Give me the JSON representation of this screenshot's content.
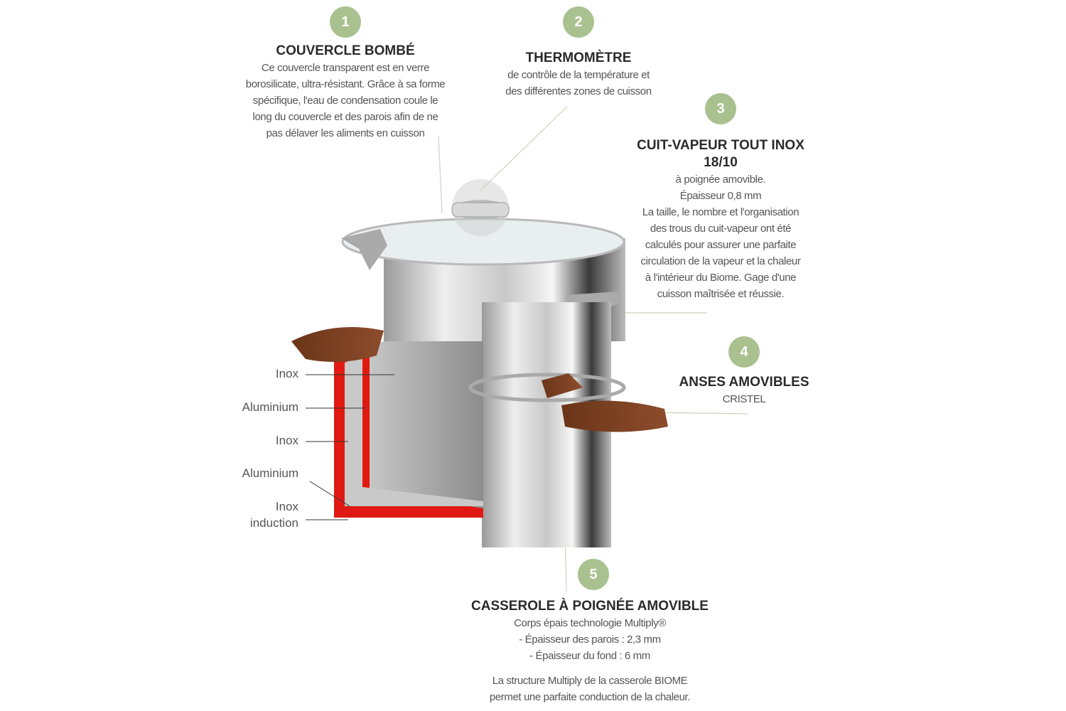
{
  "callouts": [
    {
      "number": "1",
      "title": "COUVERCLE BOMBÉ",
      "lines": [
        "Ce couvercle transparent est en verre",
        "borosilicate, ultra-résistant. Grâce à sa forme",
        "spécifique, l'eau de condensation coule le",
        "long du couvercle et des parois afin de ne",
        "pas délaver les aliments en cuisson"
      ]
    },
    {
      "number": "2",
      "title": "THERMOMÈTRE",
      "lines": [
        "de contrôle de la température et",
        "des différentes  zones de cuisson"
      ]
    },
    {
      "number": "3",
      "title": "CUIT-VAPEUR TOUT INOX",
      "title2": "18/10",
      "lines": [
        "à poignée amovible.",
        "Épaisseur 0,8 mm",
        "La taille, le nombre et l'organisation",
        "des trous du cuit-vapeur ont été",
        "calculés pour assurer une parfaite",
        "circulation de la vapeur et la chaleur",
        "à l'intérieur du Biome. Gage d'une",
        "cuisson maîtrisée et réussie."
      ]
    },
    {
      "number": "4",
      "title": "ANSES AMOVIBLES",
      "lines": [
        "CRISTEL"
      ]
    },
    {
      "number": "5",
      "title": "CASSEROLE À POIGNÉE AMOVIBLE",
      "lines": [
        "Corps épais technologie Multiply®",
        "- Épaisseur des parois : 2,3 mm",
        "- Épaisseur du fond : 6 mm",
        "La structure Multiply de la casserole BIOME",
        "permet une parfaite conduction de la chaleur."
      ]
    }
  ],
  "layers": [
    "Inox",
    "Aluminium",
    "Inox",
    "Aluminium",
    "Inox",
    "induction"
  ],
  "colors": {
    "badge": "#a9c18f",
    "layer_highlight": "#e01a12",
    "handle": "#7a3f22"
  }
}
